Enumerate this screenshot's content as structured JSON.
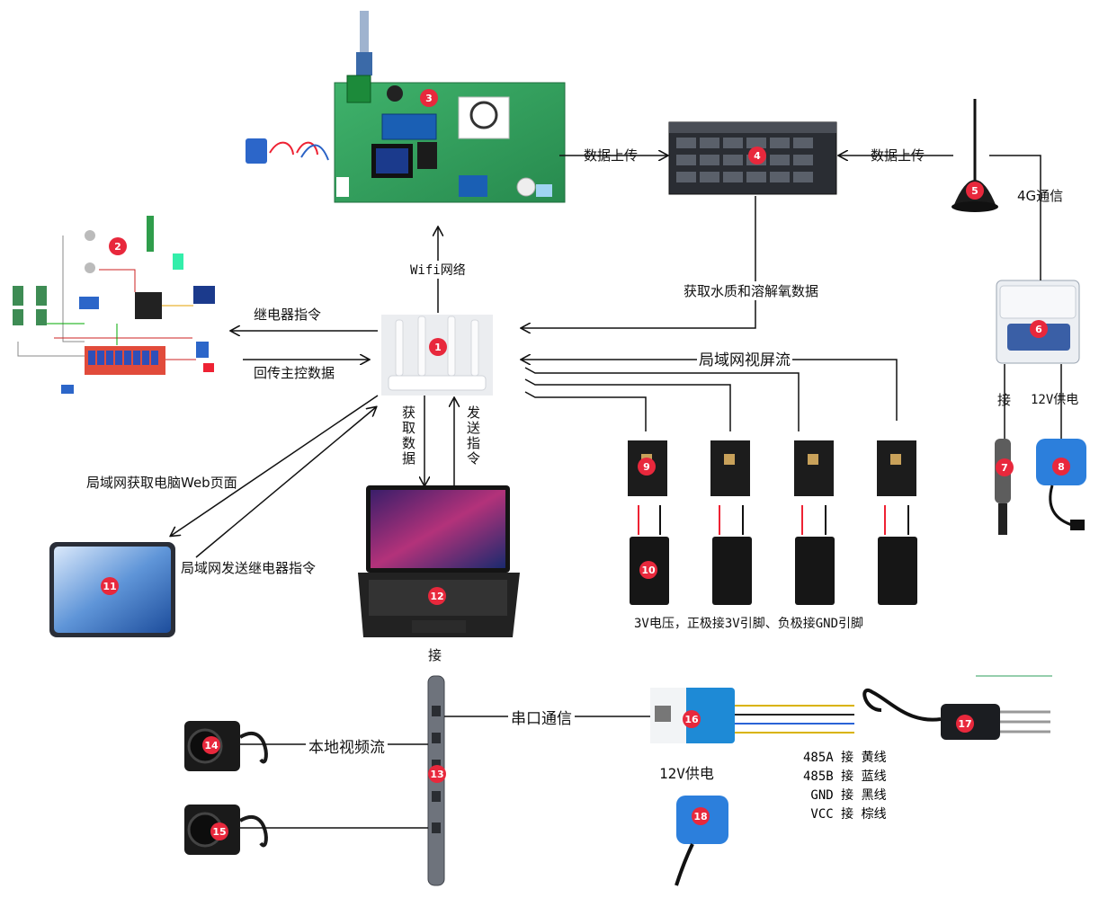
{
  "nodes": [
    {
      "id": 1,
      "name": "router",
      "icon": "wifi-router-icon"
    },
    {
      "id": 2,
      "name": "relay-control-board",
      "icon": "relay-board-icon"
    },
    {
      "id": 3,
      "name": "main-control-board",
      "icon": "mcu-board-icon"
    },
    {
      "id": 4,
      "name": "server",
      "icon": "server-rack-icon"
    },
    {
      "id": 5,
      "name": "4g-antenna",
      "icon": "antenna-icon"
    },
    {
      "id": 6,
      "name": "iot-sensor-box",
      "icon": "sensor-box-icon"
    },
    {
      "id": 7,
      "name": "water-probe",
      "icon": "probe-icon"
    },
    {
      "id": 8,
      "name": "battery-12v-a",
      "icon": "battery-icon"
    },
    {
      "id": 9,
      "name": "camera-module",
      "icon": "camera-module-icon"
    },
    {
      "id": 10,
      "name": "battery-box",
      "icon": "battery-box-icon"
    },
    {
      "id": 11,
      "name": "tablet",
      "icon": "tablet-icon"
    },
    {
      "id": 12,
      "name": "laptop",
      "icon": "laptop-icon"
    },
    {
      "id": 13,
      "name": "usb-hub",
      "icon": "usb-hub-icon"
    },
    {
      "id": 14,
      "name": "usb-camera-a",
      "icon": "usb-camera-icon"
    },
    {
      "id": 15,
      "name": "usb-camera-b",
      "icon": "usb-camera-icon"
    },
    {
      "id": 16,
      "name": "rs485-converter",
      "icon": "converter-icon"
    },
    {
      "id": 17,
      "name": "soil-sensor",
      "icon": "soil-sensor-icon"
    },
    {
      "id": 18,
      "name": "battery-12v-b",
      "icon": "battery-icon"
    }
  ],
  "labels": {
    "upload_left": "数据上传",
    "upload_right": "数据上传",
    "g4": "4G通信",
    "wifi": "Wifi网络",
    "get_water": "获取水质和溶解氧数据",
    "relay_cmd": "继电器指令",
    "return_data": "回传主控数据",
    "lan_video": "局域网视屏流",
    "connect_top": "接",
    "power_12v_top": "12V供电",
    "get_data": "获取数据",
    "send_cmd": "发送指令",
    "lan_web": "局域网获取电脑Web页面",
    "lan_relay": "局域网发送继电器指令",
    "voltage_note": "3V电压，正极接3V引脚、负极接GND引脚",
    "connect_bottom": "接",
    "serial": "串口通信",
    "local_video": "本地视频流",
    "power_12v_bottom": "12V供电",
    "wiring": [
      "485A 接 黄线",
      "485B 接 蓝线",
      "GND 接 黑线",
      "VCC 接 棕线"
    ]
  },
  "colors": {
    "badge": "#e8283c",
    "line": "#111111",
    "wire_yellow": "#d9b300",
    "wire_blue": "#2a63d6",
    "wire_black": "#222222",
    "wire_brown": "#8a5a2b",
    "pcb": "#2e9e5b"
  }
}
